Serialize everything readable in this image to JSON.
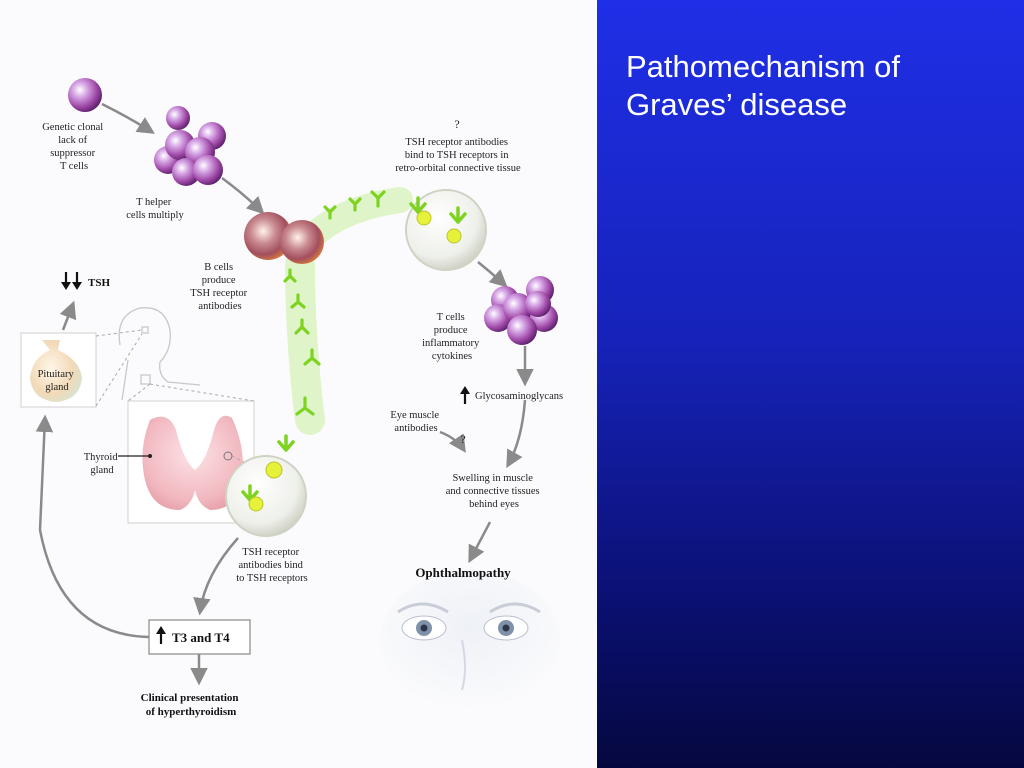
{
  "title": {
    "line1": "Pathomechanism of",
    "line2": "Graves’ disease"
  },
  "diagram": {
    "genetic_clonal": [
      "Genetic clonal",
      "lack of",
      "suppressor",
      "T cells"
    ],
    "t_helper": [
      "T helper",
      "cells multiply"
    ],
    "b_cells": [
      "B cells",
      "produce",
      "TSH receptor",
      "antibodies"
    ],
    "question_top": "?",
    "tsh_bind_orbital": [
      "TSH receptor antibodies",
      "bind to TSH receptors in",
      "retro-orbital connective tissue"
    ],
    "t_cells_cytokines": [
      "T cells",
      "produce",
      "inflammatory",
      "cytokines"
    ],
    "glycosaminoglycans": "Glycosaminoglycans",
    "eye_muscle": [
      "Eye muscle",
      "antibodies"
    ],
    "question_eye": "?",
    "swelling": [
      "Swelling in muscle",
      "and connective tissues",
      "behind eyes"
    ],
    "ophthalmopathy": "Ophthalmopathy",
    "tsh": "TSH",
    "pituitary": [
      "Pituitary",
      "gland"
    ],
    "thyroid": [
      "Thyroid",
      "gland"
    ],
    "tsh_bind_thyroid": [
      "TSH receptor",
      "antibodies bind",
      "to TSH receptors"
    ],
    "t3t4": "T3 and T4",
    "clinical": [
      "Clinical presentation",
      "of hyperthyroidism"
    ]
  },
  "colors": {
    "panel_top": "#1f2fe6",
    "panel_bottom": "#05083f",
    "antibody": "#7ed321",
    "arrow": "#8a8a8a"
  }
}
